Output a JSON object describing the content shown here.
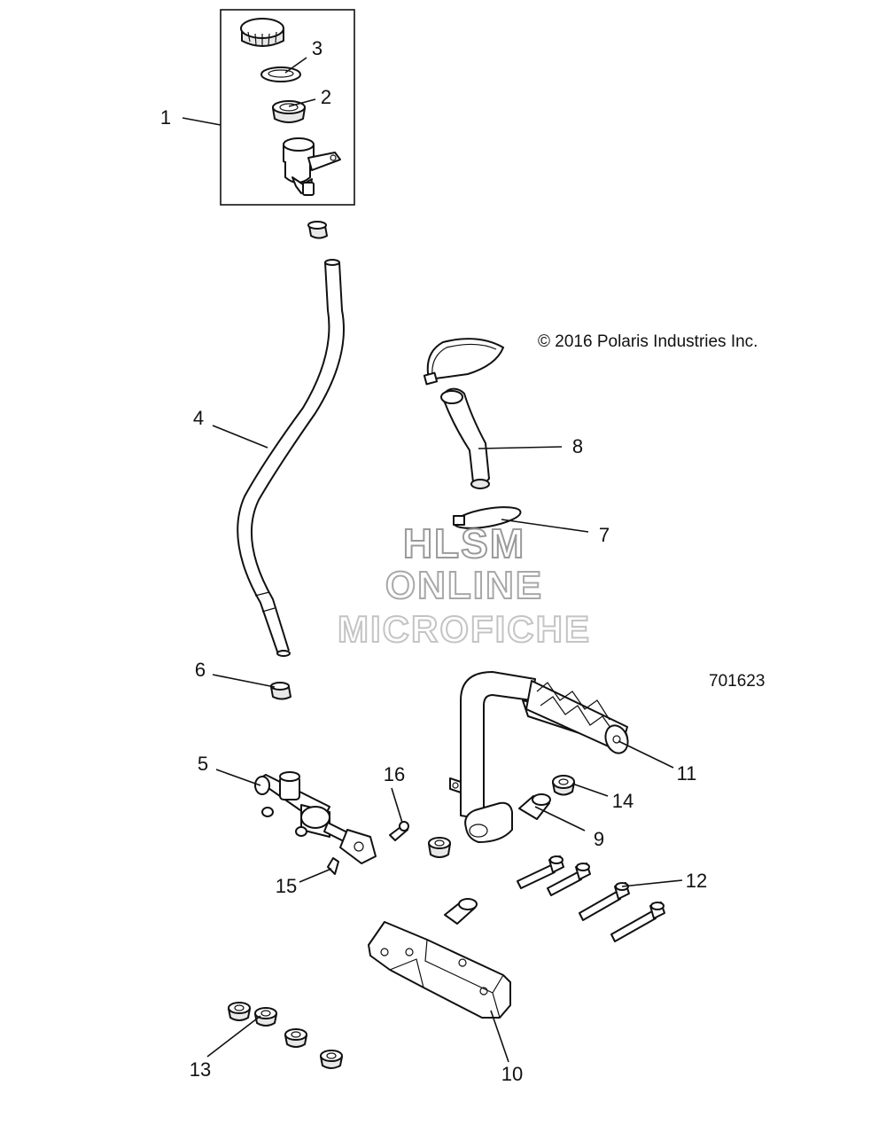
{
  "copyright": "© 2016 Polaris Industries Inc.",
  "diagram_id": "701623",
  "watermark": {
    "line1": "HLSM",
    "line2": "ONLINE",
    "line3": "MICROFICHE"
  },
  "callouts": {
    "c1": "1",
    "c2": "2",
    "c3": "3",
    "c4": "4",
    "c5": "5",
    "c6": "6",
    "c7": "7",
    "c8": "8",
    "c9": "9",
    "c10": "10",
    "c11": "11",
    "c12": "12",
    "c13": "13",
    "c14": "14",
    "c15": "15",
    "c16": "16"
  }
}
